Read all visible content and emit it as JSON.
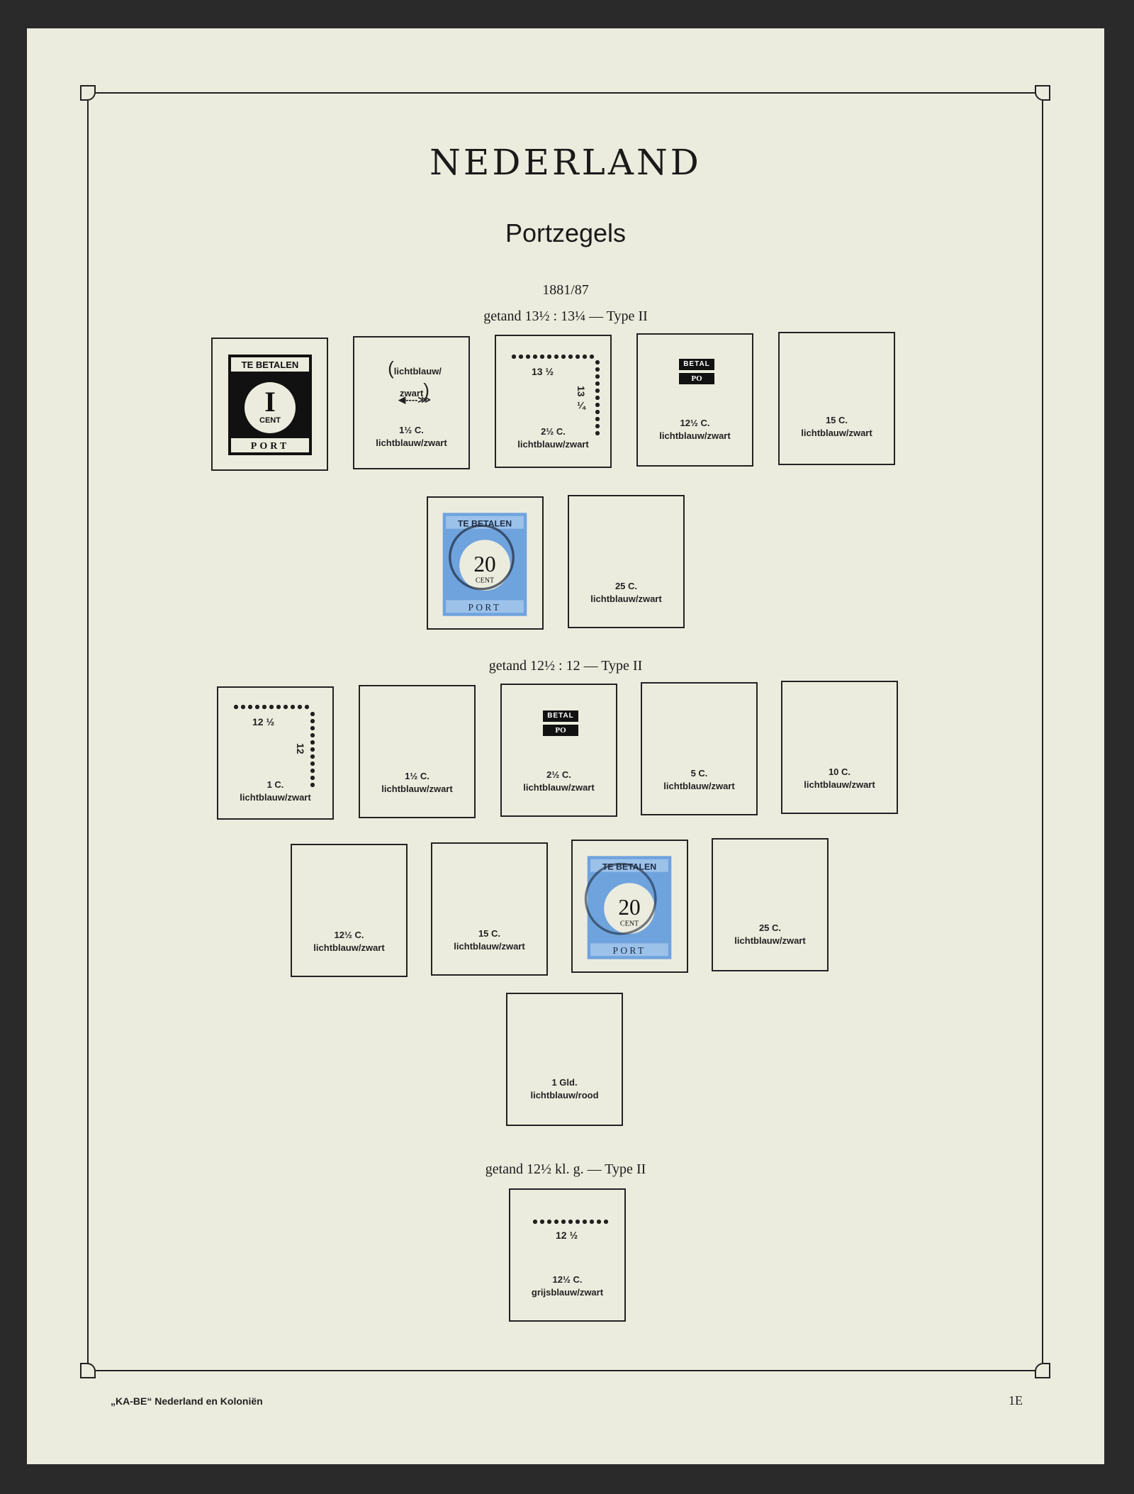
{
  "title": "NEDERLAND",
  "subtitle": "Portzegels",
  "year": "1881/87",
  "sections": {
    "s1": "getand 13½ : 13¼ — Type II",
    "s2": "getand 12½ : 12 — Type II",
    "s3": "getand 12½ kl. g. — Type II"
  },
  "perf_marks": {
    "p1": "13 ½",
    "p1v": "13 ¼",
    "p2": "12 ½",
    "p2v": "12",
    "p3": "12 ½"
  },
  "arrow_note": "lichtblauw/ zwart",
  "stamp_text": {
    "betalen": "TE BETALEN",
    "port": "PORT",
    "cent": "CENT",
    "one": "I",
    "twenty": "20",
    "betal": "BETAL",
    "po": "PO"
  },
  "row1": [
    {
      "value": "",
      "color": ""
    },
    {
      "value": "1½ C.",
      "color": "lichtblauw/zwart"
    },
    {
      "value": "2½ C.",
      "color": "lichtblauw/zwart"
    },
    {
      "value": "12½ C.",
      "color": "lichtblauw/zwart"
    },
    {
      "value": "15 C.",
      "color": "lichtblauw/zwart"
    }
  ],
  "row2": [
    {
      "value": "",
      "color": ""
    },
    {
      "value": "25 C.",
      "color": "lichtblauw/zwart"
    }
  ],
  "row3": [
    {
      "value": "1 C.",
      "color": "lichtblauw/zwart"
    },
    {
      "value": "1½ C.",
      "color": "lichtblauw/zwart"
    },
    {
      "value": "2½ C.",
      "color": "lichtblauw/zwart"
    },
    {
      "value": "5 C.",
      "color": "lichtblauw/zwart"
    },
    {
      "value": "10 C.",
      "color": "lichtblauw/zwart"
    }
  ],
  "row4": [
    {
      "value": "12½ C.",
      "color": "lichtblauw/zwart"
    },
    {
      "value": "15 C.",
      "color": "lichtblauw/zwart"
    },
    {
      "value": "",
      "color": ""
    },
    {
      "value": "25 C.",
      "color": "lichtblauw/zwart"
    }
  ],
  "row5": [
    {
      "value": "1 Gld.",
      "color": "lichtblauw/rood"
    }
  ],
  "row6": [
    {
      "value": "12½ C.",
      "color": "grijsblauw/zwart"
    }
  ],
  "footer": {
    "left": "„KA-BE“ Nederland en Koloniën",
    "right": "1E"
  },
  "colors": {
    "paper": "#ececde",
    "ink": "#222222",
    "stamp_blue": "#6fa3de"
  }
}
